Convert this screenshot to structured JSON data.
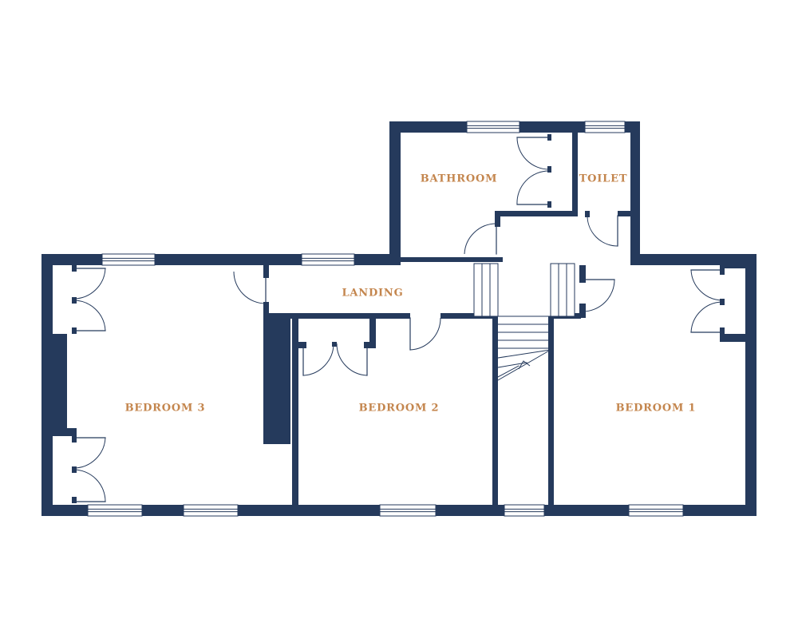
{
  "colors": {
    "wall": "#253a5c",
    "label": "#c4864e",
    "background": "#ffffff",
    "fixture": "#253a5c"
  },
  "rooms": {
    "bathroom": "BATHROOM",
    "toilet": "TOILET",
    "landing": "LANDING",
    "bedroom3": "BEDROOM 3",
    "bedroom2": "BEDROOM 2",
    "bedroom1": "BEDROOM 1"
  }
}
